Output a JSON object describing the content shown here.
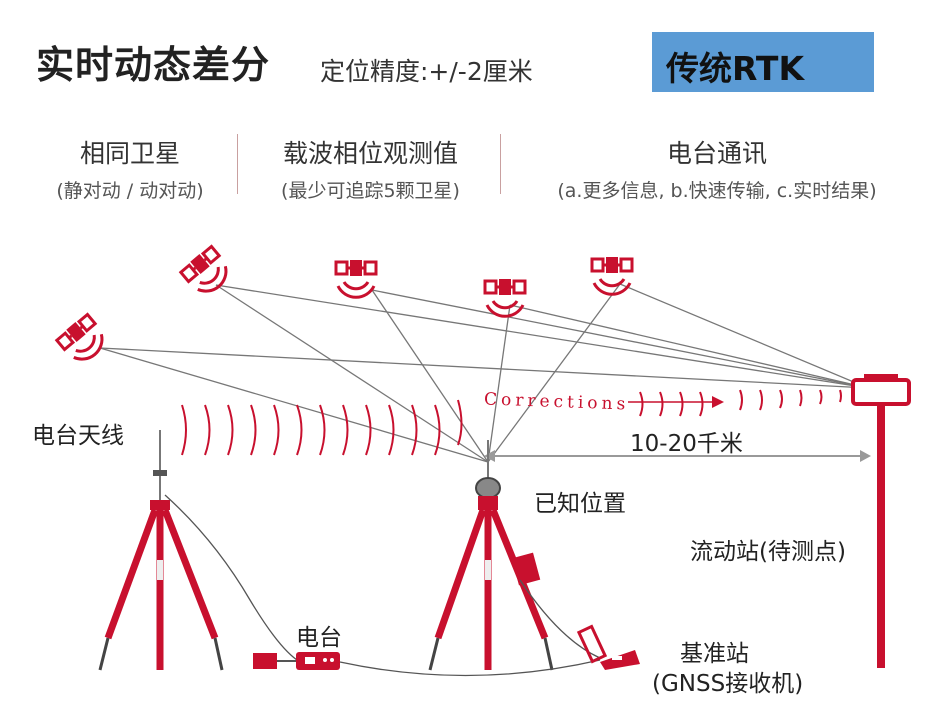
{
  "header": {
    "title": "实时动态差分",
    "subtitle": "定位精度:+/-2厘米",
    "badge": "传统RTK"
  },
  "features": [
    {
      "heading": "相同卫星",
      "detail": "(静对动 / 动对动)"
    },
    {
      "heading": "载波相位观测值",
      "detail": "(最少可追踪5颗卫星)"
    },
    {
      "heading": "电台通讯",
      "detail": "(a.更多信息, b.快速传输, c.实时结果)"
    }
  ],
  "labels": {
    "radio_antenna": "电台天线",
    "known_position": "已知位置",
    "distance": "10-20千米",
    "rover": "流动站(待测点)",
    "radio": "电台",
    "base_station": "基准站",
    "receiver": "(GNSS接收机)",
    "corrections": "Corrections"
  },
  "colors": {
    "accent_red": "#c8102e",
    "badge_blue": "#5b9bd5",
    "line_gray": "#777777"
  }
}
